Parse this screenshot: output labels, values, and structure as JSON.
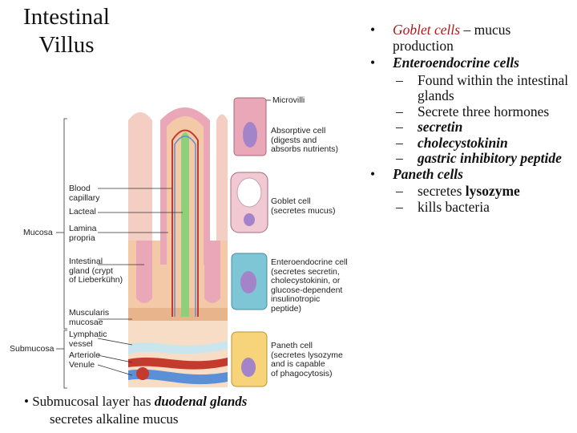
{
  "title": {
    "line1": "Intestinal",
    "line2": "Villus"
  },
  "bullets": {
    "goblet": {
      "bullet": "•",
      "name": "Goblet cells",
      "text": " – mucus production"
    },
    "entero": {
      "bullet": "•",
      "name": "Enteroendocrine cells",
      "subs": [
        {
          "dash": "–",
          "text": "Found within the intestinal glands"
        },
        {
          "dash": "–",
          "text": "Secrete three hormones"
        },
        {
          "dash": "–",
          "text": "secretin"
        },
        {
          "dash": "–",
          "text": "cholecystokinin"
        },
        {
          "dash": "–",
          "text": "gastric inhibitory peptide"
        }
      ]
    },
    "paneth": {
      "bullet": "•",
      "name": "Paneth cells",
      "sub1_text": "secretes ",
      "sub1_bold": "lysozyme",
      "sub2_text": "kills bacteria",
      "dash": "–"
    }
  },
  "bottom": {
    "bullet": "•",
    "line1_pre": " Submucosal layer has ",
    "line1_em": "duodenal glands",
    "line2": "secretes alkaline mucus"
  },
  "diagram_labels": {
    "microvilli": "Microvilli",
    "absorptive": [
      "Absorptive cell",
      "(digests and",
      "absorbs nutrients)"
    ],
    "goblet": [
      "Goblet cell",
      "(secretes mucus)"
    ],
    "entero": [
      "Enteroendocrine cell",
      "(secretes secretin,",
      "cholecystokinin, or",
      "glucose-dependent",
      "insulinotropic",
      "peptide)"
    ],
    "paneth": [
      "Paneth cell",
      "(secretes lysozyme",
      "and is capable",
      "of phagocytosis)"
    ],
    "blood_capillary": [
      "Blood",
      "capillary"
    ],
    "lacteal": "Lacteal",
    "lamina_propria": [
      "Lamina",
      "propria"
    ],
    "intestinal_gland": [
      "Intestinal",
      "gland (crypt",
      "of Lieberkühn)"
    ],
    "muscularis": [
      "Muscularis",
      "mucosae"
    ],
    "lymphatic": [
      "Lymphatic",
      "vessel"
    ],
    "arteriole": "Arteriole",
    "venule": "Venule",
    "mucosa": "Mucosa",
    "submucosa": "Submucosa"
  },
  "colors": {
    "goblet_red": "#b01818",
    "villus_tissue": "#f4c9a8",
    "epithelium": "#e9a7b7",
    "lacteal": "#8fcf7a",
    "capillary": "#c43b2e",
    "venule": "#5b8fd6",
    "lymph": "#c9e6ef"
  }
}
